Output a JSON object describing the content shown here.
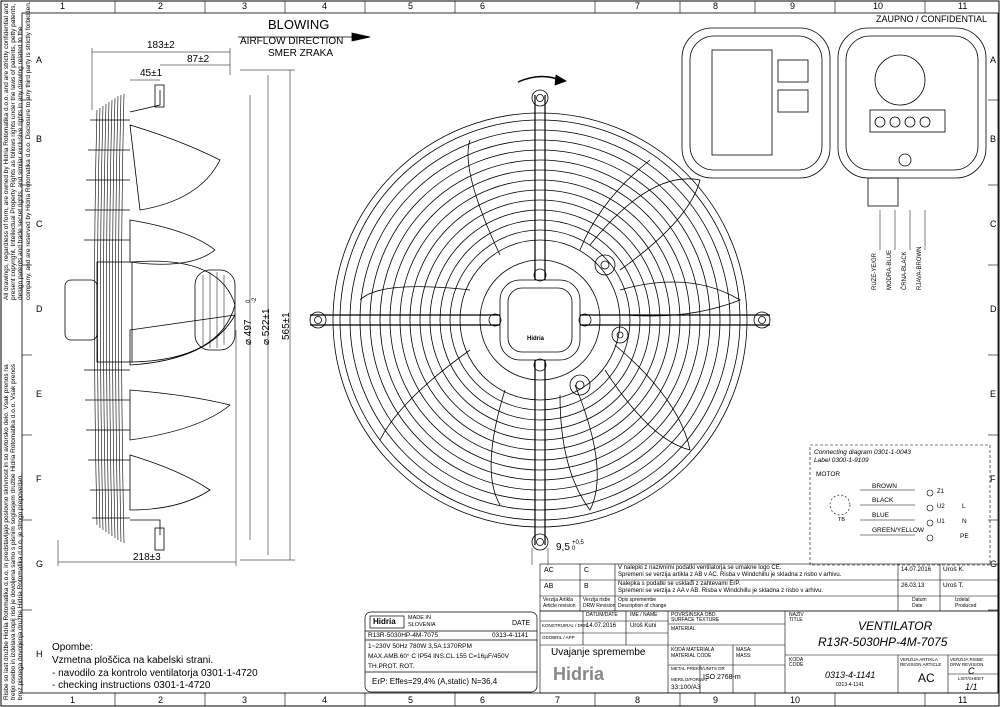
{
  "grid": {
    "columns": [
      "1",
      "2",
      "3",
      "4",
      "5",
      "6",
      "7",
      "8",
      "9",
      "10",
      "11"
    ],
    "rows": [
      "A",
      "B",
      "C",
      "D",
      "E",
      "F",
      "G",
      "H"
    ]
  },
  "header": {
    "confidential": "ZAUPNO / CONFIDENTIAL"
  },
  "airflow": {
    "blowing": "BLOWING",
    "direction": "AIRFLOW DIRECTION",
    "smer": "SMER ZRAKA"
  },
  "dimensions": {
    "d183": "183±2",
    "d87": "87±2",
    "d45": "45±1",
    "d497": "⌀ 497",
    "d497_tol": "0\n-2",
    "d522": "⌀ 522±1",
    "d565": "565±1",
    "d218": "218±3",
    "d9_5": "9,5",
    "d9_5_tol": "+0,5\n0"
  },
  "wires": {
    "w1": "RUZE-YE/GR",
    "w2": "MODRA-BLUE",
    "w3": "ČRNA-BLACK",
    "w4": "RJAVA-BROWN"
  },
  "connection": {
    "title": "Connecting diagram 0301-1-0043",
    "label": "Label 0300-1-9109",
    "motor": "MOTOR",
    "brown": "BROWN",
    "black": "BLACK",
    "blue": "BLUE",
    "green_yellow": "GREEN/YELLOW",
    "tb": "TB",
    "z1": "Z1",
    "u2": "U2",
    "u1": "U1",
    "l": "L",
    "n": "N",
    "pe": "PE"
  },
  "side_notes": {
    "copyright_en": "All drawings, regardless of form, are owned by Hidria Rotomatika d.o.o. and are strictly confidential and present copyright, Intellectual Property Rights as follows rights under the laws of patents, petty patents, design patents and trade secret rights, and similar exclusive rights in any drawing related to the company, and are reserved by Hidria Rotomatika d.o.o. Disclosure to any third party is strictly forbidden.",
    "copyright_si": "Risbe so last družbe Hidria Rotomatika d.o.o. in predstavljajo poslovno skrivnost in so avtorsko delo. Vsak prenos na tretjo osebo in izdelava kopij risb je dovoljena samo s pisnim soglasjem družbe Hidria Rotomatika d.o.o. Vsak prenos brez pisnega dovoljenja družbe Hidria Rotomatika d.o.o. je strogo prepovedan."
  },
  "opombe": {
    "title": "Opombe:",
    "line1": "Vzmetna ploščica na kabelski strani.",
    "line2": "- navodilo za kontrolo ventilatorja 0301-1-4720",
    "line3": "- checking instructions 0301-1-4720"
  },
  "label_plate": {
    "brand": "Hidria",
    "made_in": "MADE IN",
    "slovenia": "SLOVENIA",
    "date": "DATE",
    "model": "R13R-5030HP-4M-7075",
    "code": "0313-4-1141",
    "specs1": "1~230V 50Hz 780W 3,5A 1370RPM",
    "specs2": "MAX.AMB.60° C IP54 INS.CL.155 C=16µF/450V",
    "thprot": "TH.PROT. ROT.",
    "erp": "ErP: Effes=29,4% (A,static) N=36,4"
  },
  "revisions": {
    "rows": [
      {
        "rev": "AC",
        "col2": "C",
        "text1": "V nalepki z nazivnimi podatki ventilatorja se umakne logo CE.",
        "text2": "Spremeni se verzija artikla z AB v AC. Risba v Windchillu je skladna z risbo v arhivu.",
        "date": "14.07.2016",
        "name": "Uroš K."
      },
      {
        "rev": "AB",
        "col2": "B",
        "text1": "Nalepka s podatki se usklađi z zahtevami ErP.",
        "text2": "Spremeni se verzija z AA v AB. Risba v Windchillu je skladna z risbo v arhivu.",
        "date": "26.03.13",
        "name": "Uroš T."
      }
    ],
    "head_verzija_artikla": "Verzija Artikla",
    "head_article_revision": "Article revision",
    "head_verzija_risbe": "Verzija risbe",
    "head_drw_revision": "DRW Revision",
    "head_opis": "Opis spremembe",
    "head_desc": "Description of change",
    "head_datum": "Datum",
    "head_date": "Date",
    "head_izdelal": "Izdelal",
    "head_produced": "Produced"
  },
  "title_block": {
    "datum_date": "DATUM/DATE",
    "ime_name": "IME / NAME",
    "konstruiral": "KONSTRUIRAL / DRN",
    "kons_date": "14.07.2016",
    "kons_name": "Uroš Kuni",
    "odobril": "ODOBRIL / APP",
    "povrsinska": "POVRŠINSKA OBD.",
    "surface": "SURFACE TEXTURE",
    "material": "MATERIAL",
    "naziv": "NAZIV",
    "title_lbl": "TITLE",
    "title1": "VENTILATOR",
    "title2": "R13R-5030HP-4M-7075",
    "uvajanje": "Uvajanje spremembe",
    "koda_mat": "KODA MATERIALA",
    "mat_code": "MATERIAL CODE",
    "masa": "MASA:",
    "mass": "MASS:",
    "koda": "KODA",
    "code_lbl": "CODE",
    "code": "0313-4-1141",
    "code_sub": "0313-4-1141",
    "verzija_artikla": "VERZIJA ARTIKLA",
    "revision_article": "REVISION ARTICLE",
    "verzija_risbe": "VERZIJA RISBE",
    "drw_revision": "DRW REVISION",
    "rev_article": "AC",
    "rev_drw": "C",
    "list_sheet": "LIST/SHEET",
    "sheet": "1/1",
    "metal": "METAL PREKR/UNITS DR",
    "iso": "ISO 2768-m",
    "merilo": "MERILO/FORMAT",
    "scale": "33:100/A3",
    "brand": "Hidria"
  },
  "motor_brand": "Hidria"
}
